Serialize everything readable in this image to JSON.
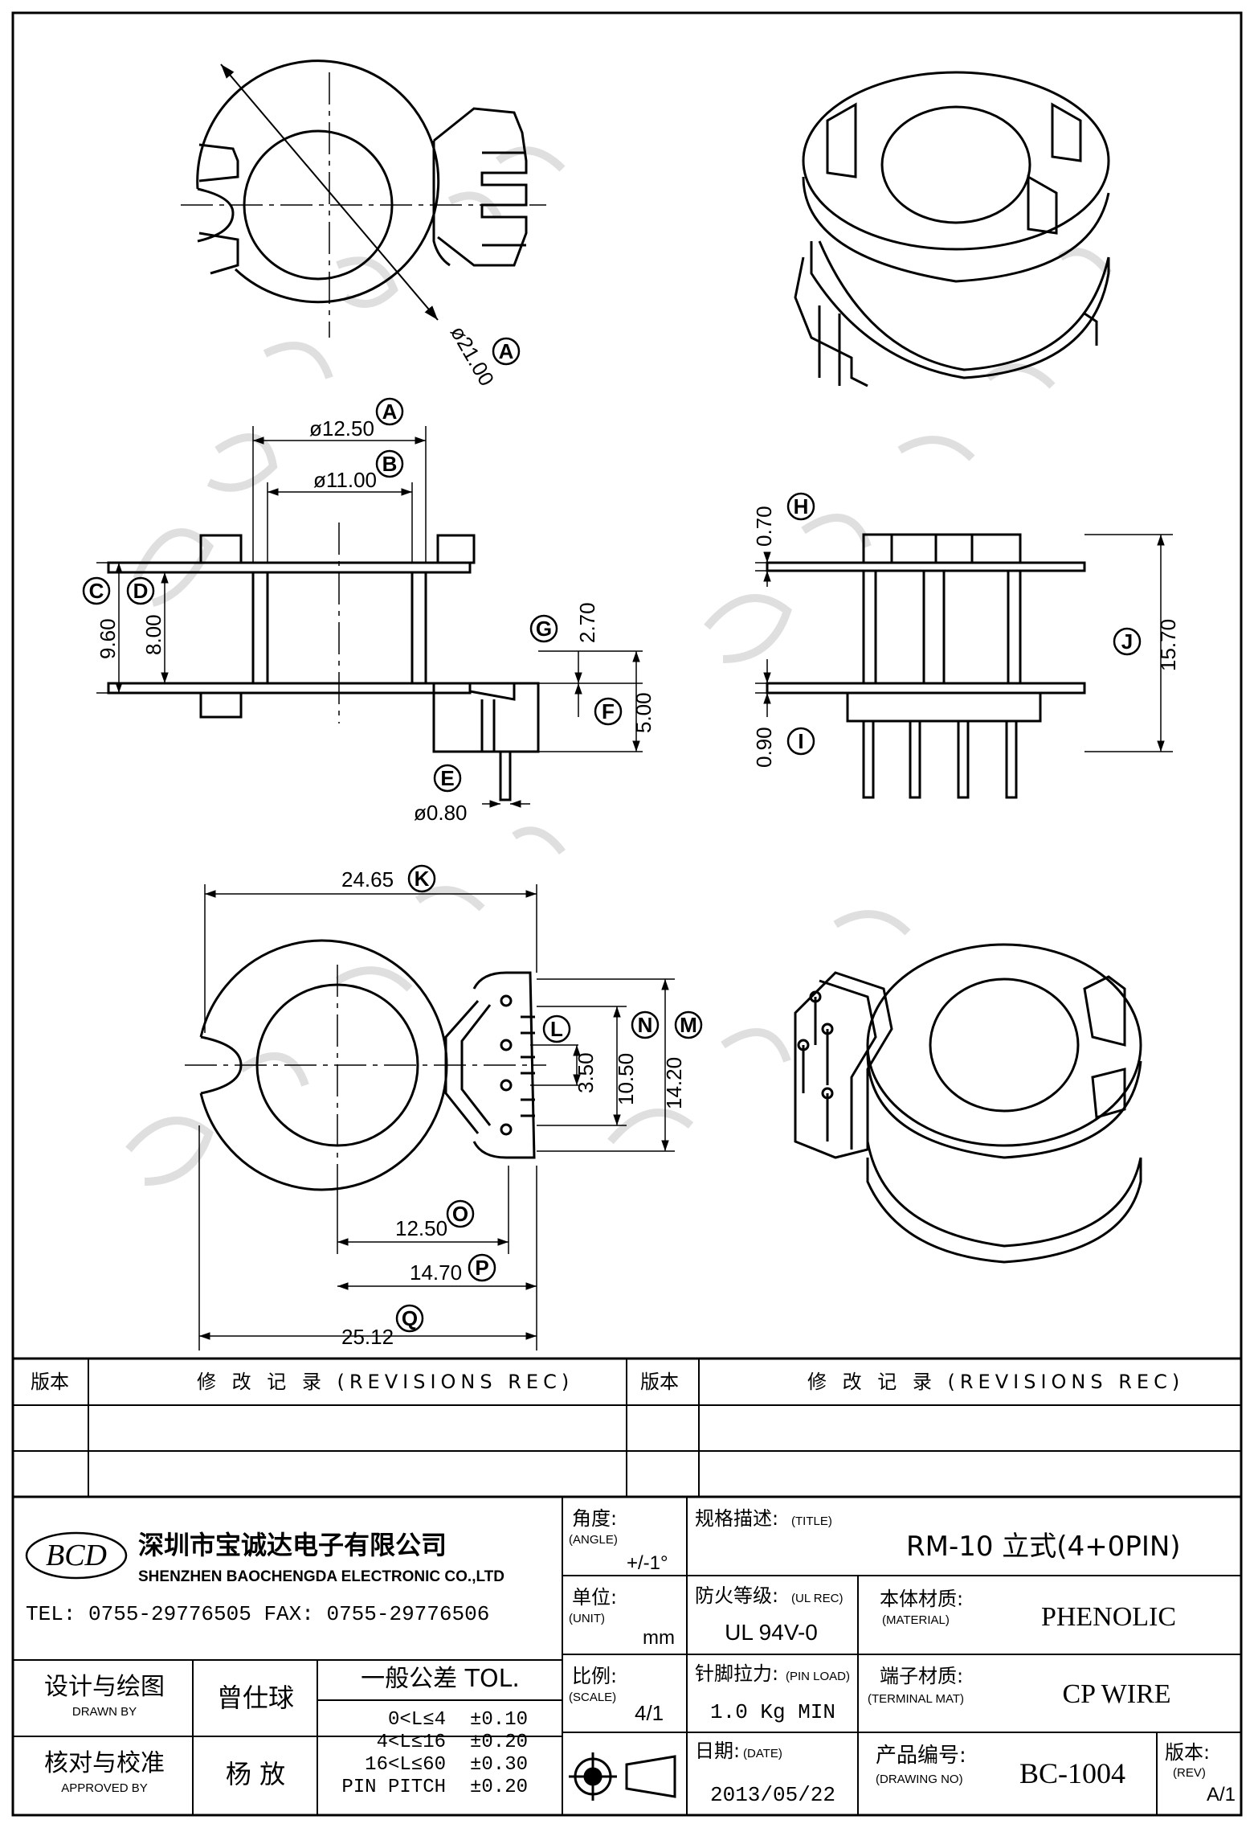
{
  "dimensions": {
    "top_dia": "ø21.00",
    "side_a": "ø12.50",
    "side_b": "ø11.00",
    "side_c": "9.60",
    "side_d": "8.00",
    "side_g": "2.70",
    "side_f": "5.00",
    "side_e": "ø0.80",
    "right_h": "0.70",
    "right_i": "0.90",
    "right_j": "15.70",
    "bot_k": "24.65",
    "bot_l": "3.50",
    "bot_n": "10.50",
    "bot_m": "14.20",
    "bot_o": "12.50",
    "bot_p": "14.70",
    "bot_q": "25.12"
  },
  "letters": {
    "A": "A",
    "B": "B",
    "C": "C",
    "D": "D",
    "E": "E",
    "F": "F",
    "G": "G",
    "H": "H",
    "I": "I",
    "J": "J",
    "K": "K",
    "L": "L",
    "M": "M",
    "N": "N",
    "O": "O",
    "P": "P",
    "Q": "Q"
  },
  "revisions": {
    "ver_label": "版本",
    "rec_label": "修 改 记 录 (REVISIONS REC)"
  },
  "company": {
    "logo_text": "BCD",
    "name_cn": "深圳市宝诚达电子有限公司",
    "name_en": "SHENZHEN BAOCHENGDA ELECTRONIC CO.,LTD",
    "contact": "TEL: 0755-29776505  FAX: 0755-29776506"
  },
  "title_block": {
    "angle_label": "角度:",
    "angle_en": "(ANGLE)",
    "angle_value": "+/-1°",
    "title_label": "规格描述:",
    "title_en": "(TITLE)",
    "title_value": "RM-10 立式(4+0PIN)",
    "unit_label": "单位:",
    "unit_en": "(UNIT)",
    "unit_value": "mm",
    "ul_label": "防火等级:",
    "ul_en": "(UL REC)",
    "ul_value": "UL 94V-0",
    "mat_label": "本体材质:",
    "mat_en": "(MATERIAL)",
    "mat_value": "PHENOLIC",
    "scale_label": "比例:",
    "scale_en": "(SCALE)",
    "scale_value": "4/1",
    "pin_label": "针脚拉力:",
    "pin_en": "(PIN LOAD)",
    "pin_value": "1.0 Kg MIN",
    "term_label": "端子材质:",
    "term_en": "(TERMINAL MAT)",
    "term_value": "CP WIRE",
    "date_label": "日期:",
    "date_en": "(DATE)",
    "date_value": "2013/05/22",
    "dwg_label": "产品编号:",
    "dwg_en": "(DRAWING NO)",
    "dwg_value": "BC-1004",
    "rev_label": "版本:",
    "rev_en": "(REV)",
    "rev_value": "A/1"
  },
  "signatures": {
    "drawn_label": "设计与绘图",
    "drawn_en": "DRAWN BY",
    "drawn_name": "曾仕球",
    "approved_label": "核对与校准",
    "approved_en": "APPROVED BY",
    "approved_name": "杨 放"
  },
  "tolerance": {
    "title": "一般公差 TOL.",
    "rows": [
      {
        "range": "0<L≤4",
        "tol": "±0.10"
      },
      {
        "range": "4<L≤16",
        "tol": "±0.20"
      },
      {
        "range": "16<L≤60",
        "tol": "±0.30"
      },
      {
        "range": "PIN PITCH",
        "tol": "±0.20"
      }
    ]
  },
  "colors": {
    "line": "#000000",
    "watermark": "#d8d8d8",
    "paper": "#ffffff"
  }
}
